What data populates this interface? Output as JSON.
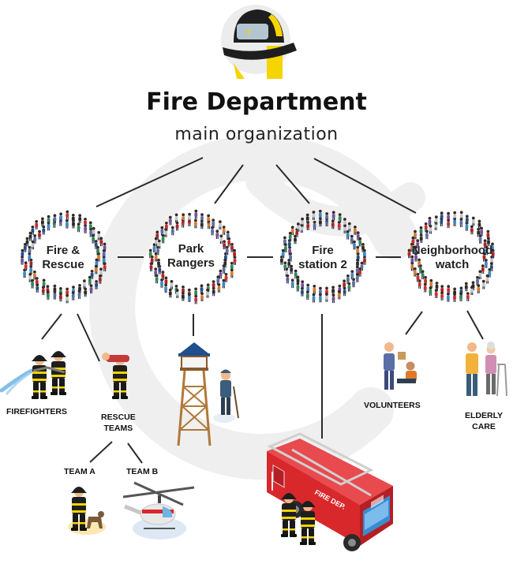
{
  "header": {
    "title": "Fire Department",
    "subtitle": "main organization",
    "icon": "firefighter-helmet-icon"
  },
  "nodes": [
    {
      "id": "fire-rescue",
      "label_line1": "Fire &",
      "label_line2": "Rescue"
    },
    {
      "id": "park-rangers",
      "label_line1": "Park",
      "label_line2": "Rangers"
    },
    {
      "id": "fire-station-2",
      "label_line1": "Fire",
      "label_line2": "station 2"
    },
    {
      "id": "neighborhood-watch",
      "label_line1": "Neighborhood",
      "label_line2": "watch"
    }
  ],
  "leaves": {
    "firefighters": "FIREFIGHTERS",
    "rescue_teams_line1": "RESCUE",
    "rescue_teams_line2": "TEAMS",
    "team_a": "TEAM A",
    "team_b": "TEAM B",
    "volunteers": "VOLUNTEERS",
    "elderly_care_line1": "ELDERLY",
    "elderly_care_line2": "CARE"
  },
  "truck_text": "FIRE DEP.",
  "colors": {
    "fire_red": "#d8282c",
    "helmet_black": "#1e1e1e",
    "helmet_yellow": "#f5d400",
    "line": "#2a2a2a",
    "watermark": "#efefef"
  }
}
